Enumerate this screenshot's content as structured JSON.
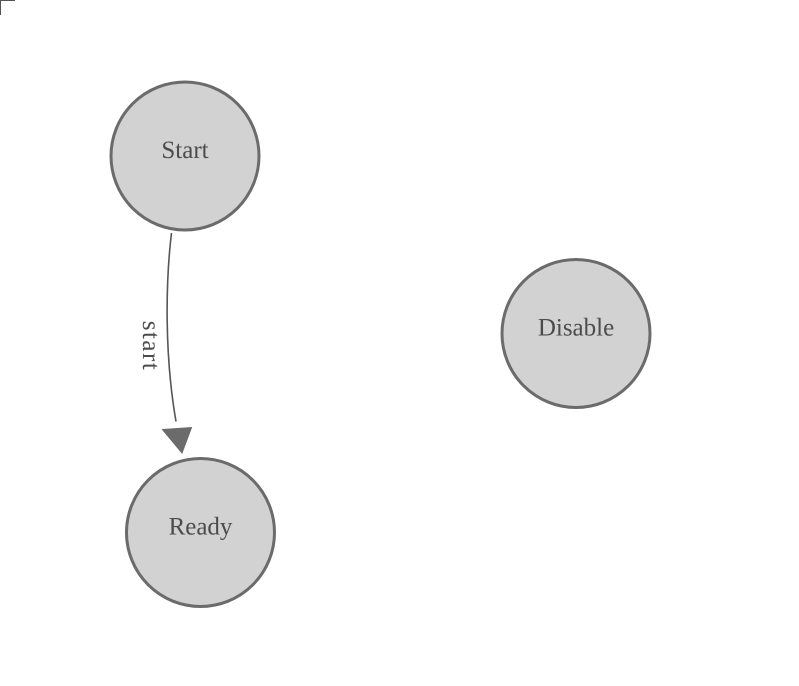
{
  "diagram": {
    "type": "state-diagram",
    "background_color": "#ffffff",
    "nodes": [
      {
        "id": "start",
        "label": "Start"
      },
      {
        "id": "ready",
        "label": "Ready"
      },
      {
        "id": "disable",
        "label": "Disable"
      }
    ],
    "edges": [
      {
        "from": "start",
        "to": "ready",
        "label": "start"
      }
    ],
    "colors": {
      "node_fill": "#d2d2d2",
      "node_border": "#6b6b6b",
      "edge_line": "#565656",
      "arrowhead": "#6b6b6b",
      "label_text": "#4c4c4c",
      "corner_mark": "#555555"
    }
  }
}
